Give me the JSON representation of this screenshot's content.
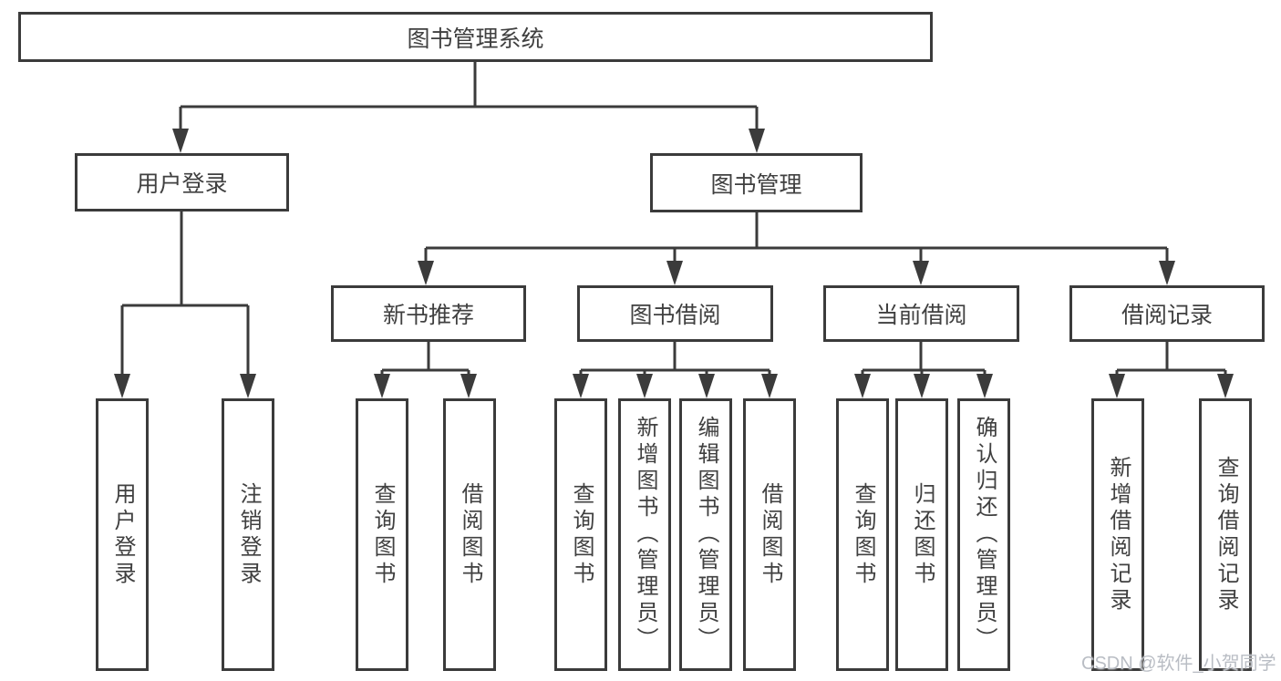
{
  "diagram": {
    "type": "hierarchy-tree",
    "tree": {
      "root": "图书管理系统",
      "children": [
        {
          "label": "用户登录",
          "children": [
            "用户登录",
            "注销登录"
          ]
        },
        {
          "label": "图书管理",
          "children": [
            {
              "label": "新书推荐",
              "children": [
                "查询图书",
                "借阅图书"
              ]
            },
            {
              "label": "图书借阅",
              "children": [
                "查询图书",
                "新增图书（管理员）",
                "编辑图书（管理员）",
                "借阅图书"
              ]
            },
            {
              "label": "当前借阅",
              "children": [
                "查询图书",
                "归还图书",
                "确认归还（管理员）"
              ]
            },
            {
              "label": "借阅记录",
              "children": [
                "新增借阅记录",
                "查询借阅记录"
              ]
            }
          ]
        }
      ]
    },
    "colors": {
      "line": "#3b3b3b",
      "text": "#404040",
      "background": "#ffffff",
      "watermark": "#b9bdc4"
    }
  },
  "watermark": {
    "text": "CSDN @软件_小贺同学"
  }
}
